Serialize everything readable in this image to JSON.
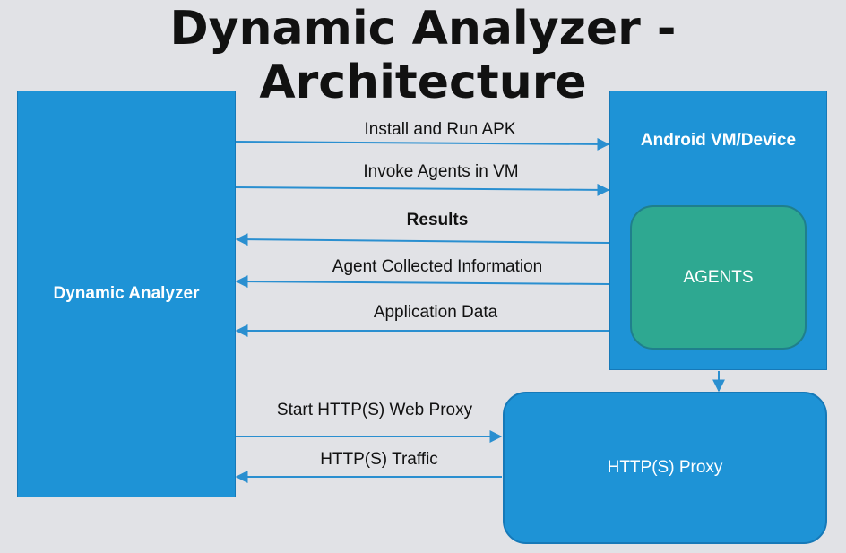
{
  "title": "Dynamic Analyzer - Architecture",
  "nodes": {
    "dynamic_analyzer": "Dynamic Analyzer",
    "android_device": "Android VM/Device",
    "agents": "AGENTS",
    "proxy": "HTTP(S) Proxy"
  },
  "edges": {
    "install_run": "Install and Run APK",
    "invoke_agents": "Invoke Agents in VM",
    "results": "Results",
    "agent_info": "Agent Collected Information",
    "app_data": "Application Data",
    "start_proxy": "Start HTTP(S) Web Proxy",
    "https_traffic": "HTTP(S) Traffic"
  },
  "colors": {
    "background": "#e1e2e6",
    "box_blue": "#1e93d6",
    "agents_green": "#2ea891",
    "arrow": "#2a8fd0"
  }
}
